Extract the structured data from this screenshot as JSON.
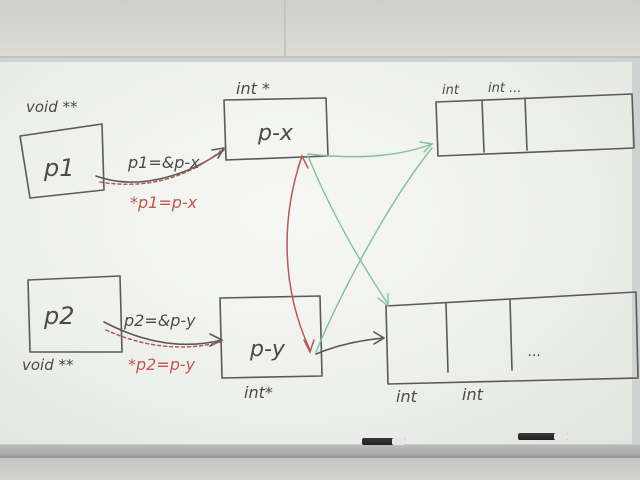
{
  "labels": {
    "void_star_star_top": "void **",
    "p1": "p1",
    "int_star_top": "int *",
    "p_x": "p-x",
    "array_top_int1": "int",
    "array_top_int2": "int ...",
    "p1_assign": "p1=&p-x",
    "p1_deref": "*p1=p-x",
    "p2": "p2",
    "p2_assign": "p2=&p-y",
    "p2_deref": "*p2=p-y",
    "void_star_star_bottom": "void **",
    "p_y": "p-y",
    "int_star_bottom": "int*",
    "array_bottom_int1": "int",
    "array_bottom_int2": "int",
    "array_bottom_dots": "..."
  },
  "colors": {
    "ink_dark": "#5a5a5a",
    "ink_red": "#b85a52",
    "ink_green": "#7fc29a",
    "board": "#f3f4f0"
  }
}
